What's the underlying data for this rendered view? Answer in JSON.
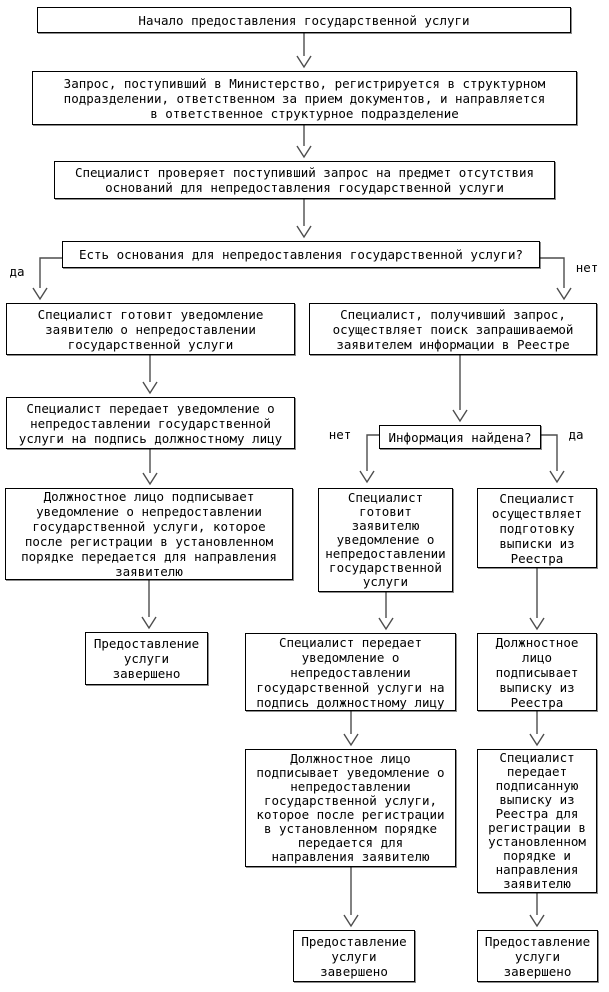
{
  "nodes": {
    "start": "Начало предоставления государственной услуги",
    "register": "Запрос, поступивший в Министерство, регистрируется в структурном\nподразделении, ответственном за прием документов, и направляется\nв ответственное структурное подразделение",
    "check": "Специалист проверяет поступивший запрос на предмет отсутствия\nоснований для непредоставления государственной услуги",
    "decision_grounds": "Есть основания для непредоставления государственной услуги?",
    "prepare_notice_left": "Специалист готовит уведомление\nзаявителю о непредоставлении\nгосударственной услуги",
    "pass_notice_left": "Специалист передает уведомление о\nнепредоставлении государственной\nуслуги на подпись должностному лицу",
    "sign_notice_left": "Должностное лицо подписывает\nуведомление о непредоставлении\nгосударственной услуги, которое\nпосле регистрации в установленном\nпорядке передается для направления\nзаявителю",
    "done_left": "Предоставление\nуслуги\nзавершено",
    "search_registry": "Специалист, получивший запрос,\nосуществляет поиск запрашиваемой\nзаявителем информации в Реестре",
    "decision_found": "Информация найдена?",
    "prepare_notice_mid": "Специалист\nготовит\nзаявителю\nуведомление о\nнепредоставлении\nгосударственной\nуслуги",
    "pass_notice_mid": "Специалист передает\nуведомление о\nнепредоставлении\nгосударственной услуги на\nподпись должностному лицу",
    "sign_notice_mid": "Должностное лицо\nподписывает уведомление о\nнепредоставлении\nгосударственной услуги,\nкоторое после регистрации\nв установленном порядке\nпередается для\nнаправления заявителю",
    "done_mid": "Предоставление\nуслуги\nзавершено",
    "prepare_extract": "Специалист\nосуществляет\nподготовку\nвыписки из\nРеестра",
    "sign_extract": "Должностное\nлицо\nподписывает\nвыписку из\nРеестра",
    "pass_extract": "Специалист\nпередает\nподписанную\nвыписку из\nРеестра для\nрегистрации в\nустановленном\nпорядке и\nнаправления\nзаявителю",
    "done_right": "Предоставление\nуслуги\nзавершено"
  },
  "labels": {
    "yes_left": "да",
    "no_right": "нет",
    "no_mid": "нет",
    "yes_mid": "да"
  },
  "colors": {
    "box_border": "#000000",
    "box_background": "#ffffff",
    "text": "#000000",
    "connector": "#4d4d4d"
  }
}
